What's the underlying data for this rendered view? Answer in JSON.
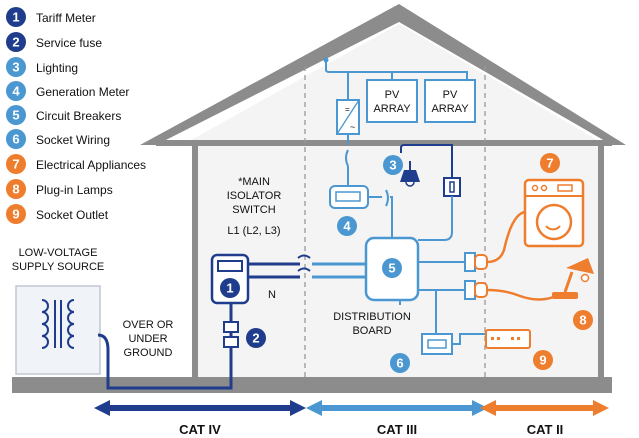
{
  "legend": [
    {
      "num": "1",
      "label": "Tariff Meter",
      "color": "#1f3d8c"
    },
    {
      "num": "2",
      "label": "Service fuse",
      "color": "#1f3d8c"
    },
    {
      "num": "3",
      "label": "Lighting",
      "color": "#4a97d1"
    },
    {
      "num": "4",
      "label": "Generation Meter",
      "color": "#4a97d1"
    },
    {
      "num": "5",
      "label": "Circuit Breakers",
      "color": "#4a97d1"
    },
    {
      "num": "6",
      "label": "Socket Wiring",
      "color": "#4a97d1"
    },
    {
      "num": "7",
      "label": "Electrical Appliances",
      "color": "#ef7d2e"
    },
    {
      "num": "8",
      "label": "Plug-in Lamps",
      "color": "#ef7d2e"
    },
    {
      "num": "9",
      "label": "Socket Outlet",
      "color": "#ef7d2e"
    }
  ],
  "labels": {
    "supply_line1": "LOW-VOLTAGE",
    "supply_line2": "SUPPLY SOURCE",
    "over_line1": "OVER OR",
    "over_line2": "UNDER",
    "over_line3": "GROUND",
    "main_line1": "*MAIN",
    "main_line2": "ISOLATOR",
    "main_line3": "SWITCH",
    "main_line4": "L1 (L2, L3)",
    "neutral": "N",
    "dist_line1": "DISTRIBUTION",
    "dist_line2": "BOARD",
    "pv1_line1": "PV",
    "pv1_line2": "ARRAY",
    "pv2_line1": "PV",
    "pv2_line2": "ARRAY"
  },
  "categories": [
    {
      "label": "CAT IV",
      "color": "#1f3d8c"
    },
    {
      "label": "CAT III",
      "color": "#4a97d1"
    },
    {
      "label": "CAT II",
      "color": "#ef7d2e"
    }
  ],
  "colors": {
    "dark_blue": "#1f3d8c",
    "mid_blue": "#4a97d1",
    "orange": "#ef7d2e",
    "house": "#8c8c8c",
    "wall": "#f4f4f4"
  }
}
